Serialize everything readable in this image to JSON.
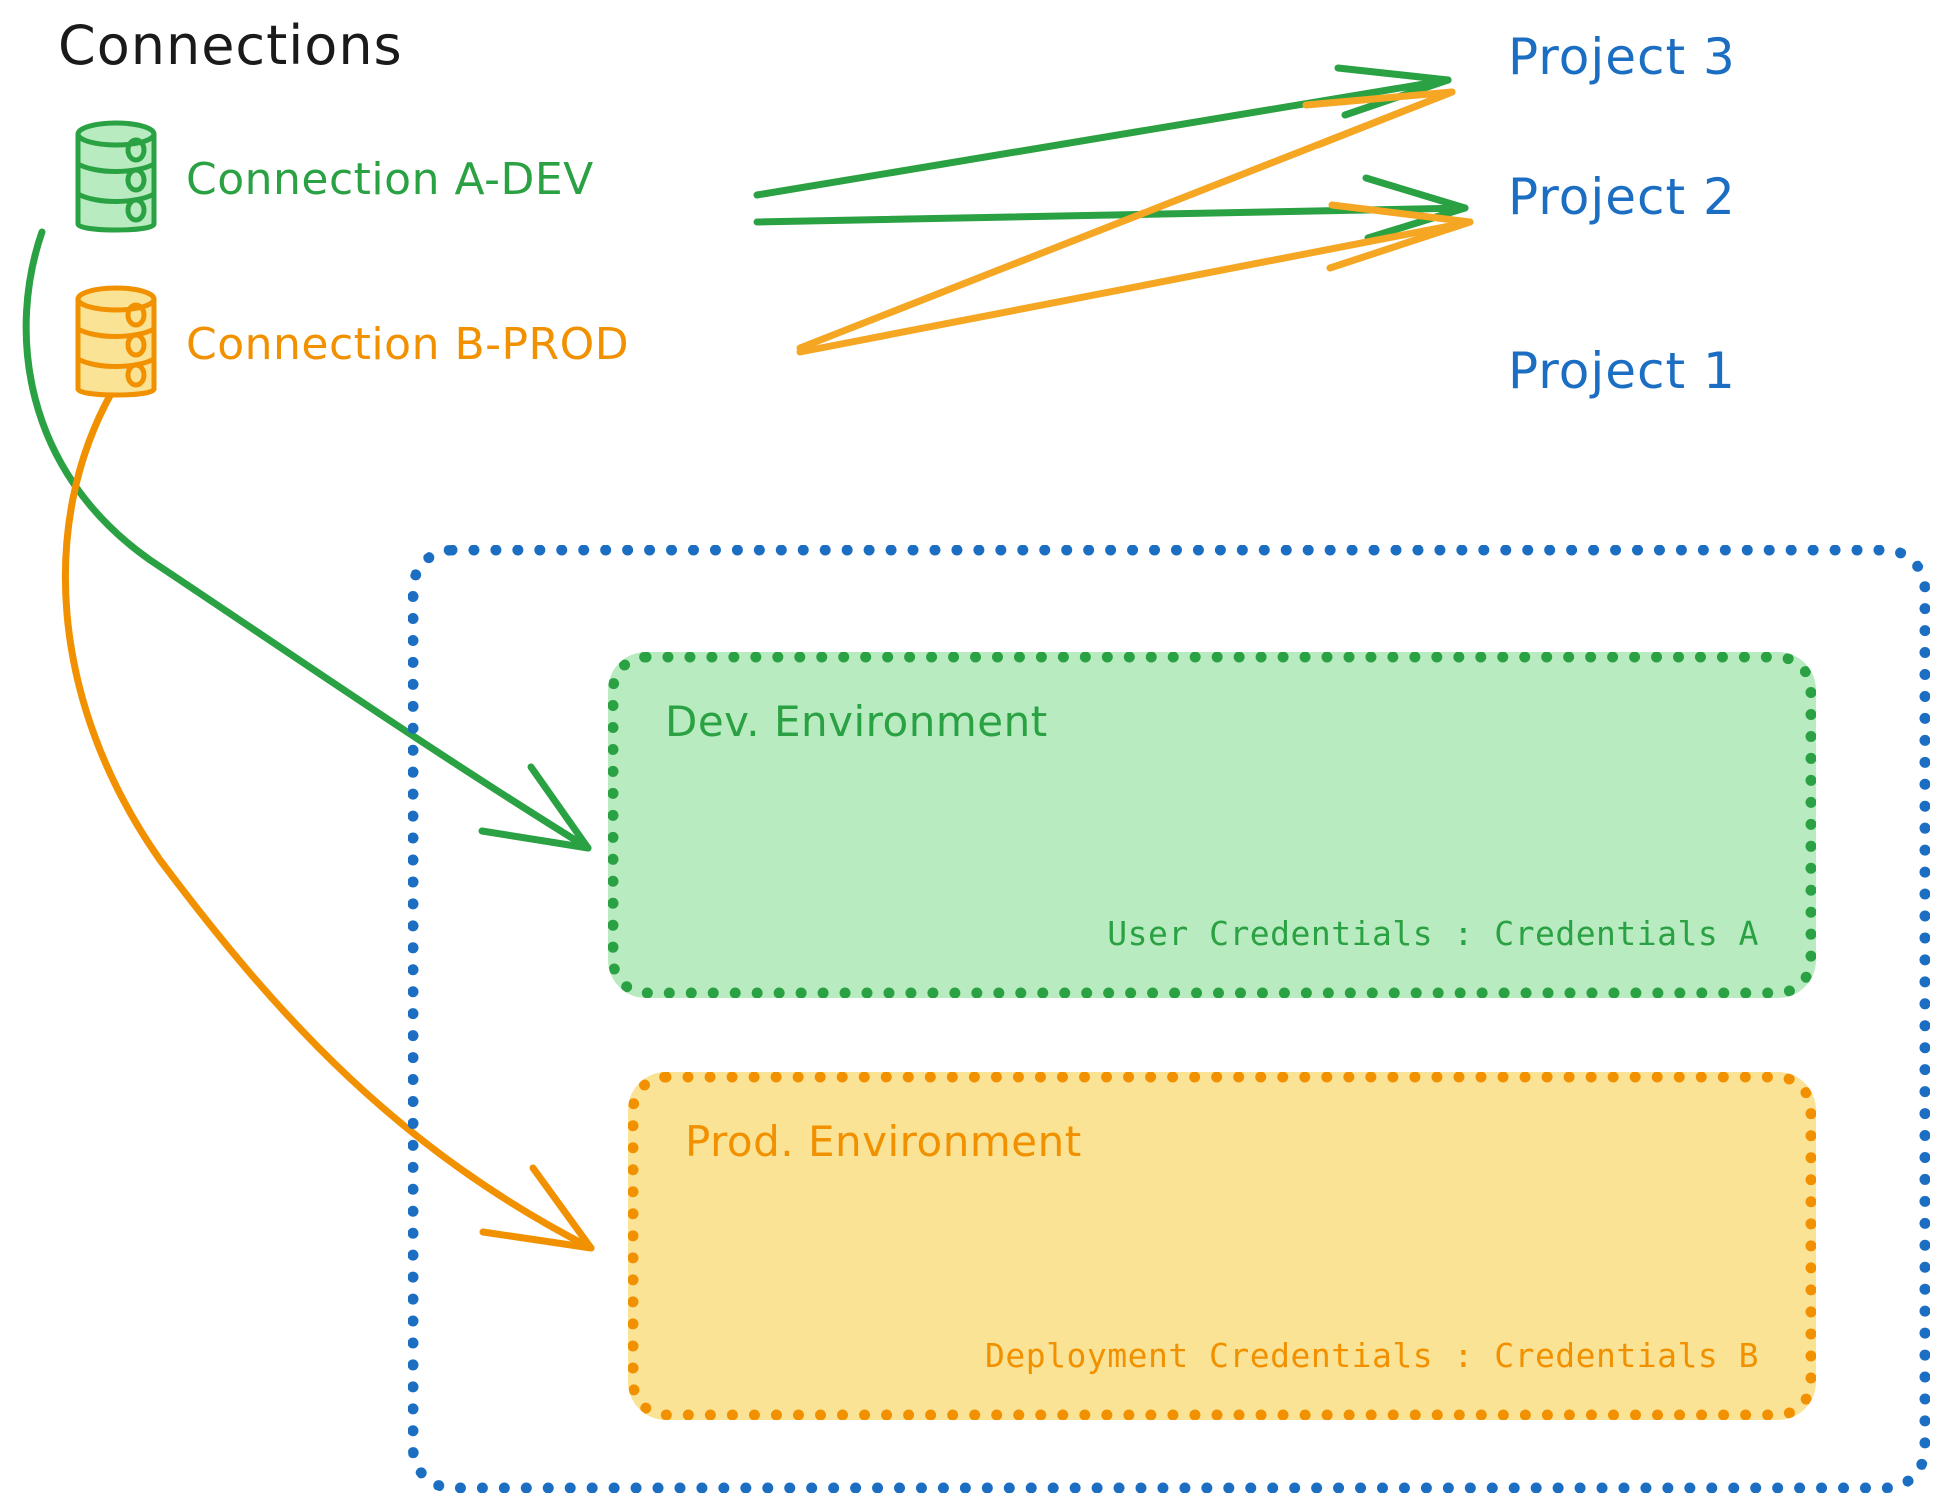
{
  "diagram": {
    "title": "Connections",
    "title_color": "#1a1a1a",
    "background": "#ffffff"
  },
  "colors": {
    "green": "#2aa143",
    "green_fill": "#b8ebc0",
    "orange": "#f29100",
    "orange_fill": "#fbe396",
    "blue": "#1b6ec2"
  },
  "connections": [
    {
      "label": "Connection A-DEV",
      "color": "#2aa143",
      "icon": "database-icon",
      "targets": [
        "Project 3",
        "Project 2",
        "Dev. Environment"
      ]
    },
    {
      "label": "Connection B-PROD",
      "color": "#f29100",
      "icon": "database-icon",
      "targets": [
        "Project 3",
        "Project 2",
        "Prod. Environment"
      ]
    }
  ],
  "projects": [
    {
      "label": "Project 3",
      "color": "#1b6ec2"
    },
    {
      "label": "Project 2",
      "color": "#1b6ec2"
    },
    {
      "label": "Project 1",
      "color": "#1b6ec2"
    }
  ],
  "project_one": {
    "label": "Project 1",
    "environments": [
      {
        "name": "Dev. Environment",
        "credentials": "User Credentials : Credentials A",
        "color": "#2aa143",
        "fill": "#b8ebc0"
      },
      {
        "name": "Prod. Environment",
        "credentials": "Deployment Credentials : Credentials B",
        "color": "#f29100",
        "fill": "#fbe396"
      }
    ]
  }
}
